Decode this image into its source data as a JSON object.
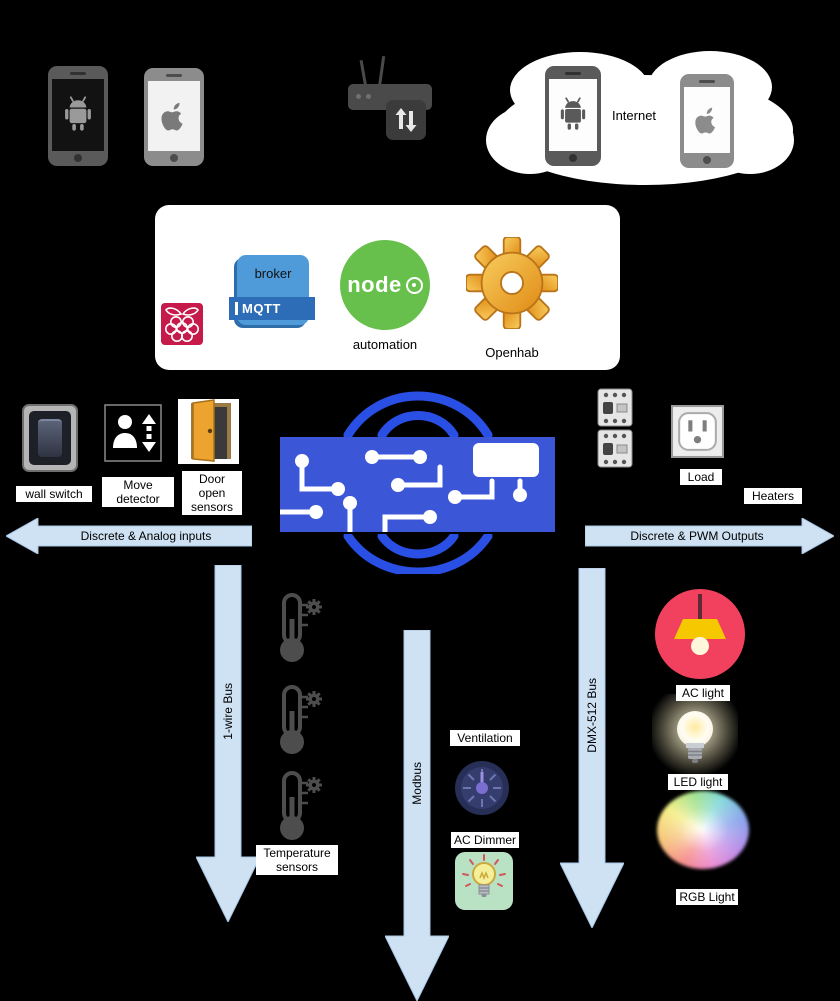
{
  "cloud": {
    "label": "Internet"
  },
  "panel": {
    "broker": "broker",
    "mqtt": "MQTT",
    "node": "node",
    "automation": "automation",
    "openhab": "Openhab"
  },
  "inputs": {
    "arrow": "Discrete & Analog inputs",
    "wall_switch": "wall switch",
    "move_detector": "Move detector",
    "door_sensors": "Door open sensors"
  },
  "outputs": {
    "arrow": "Discrete & PWM Outputs",
    "load": "Load",
    "heaters": "Heaters"
  },
  "buses": {
    "one_wire": "1-wire Bus",
    "modbus": "Modbus",
    "dmx": "DMX-512 Bus"
  },
  "devices": {
    "temperature": "Temperature sensors",
    "ventilation": "Ventilation",
    "ac_dimmer": "AC Dimmer",
    "ac_light": "AC light",
    "led_light": "LED light",
    "rgb_light": "RGB Light"
  },
  "colors": {
    "background": "#000000",
    "arrow_fill": "#cfe2f3",
    "pcb_blue": "#3b57d8",
    "wifi_blue": "#2a4fe4",
    "node_green": "#67c04b",
    "mqtt_blue": "#4f9bd9",
    "mqtt_banner": "#2d6db8",
    "raspberry_red": "#c51a4a",
    "openhab_gold": "#efa32a",
    "ac_light_pink": "#f2415e",
    "dimmer_green": "#b9e2c5"
  }
}
